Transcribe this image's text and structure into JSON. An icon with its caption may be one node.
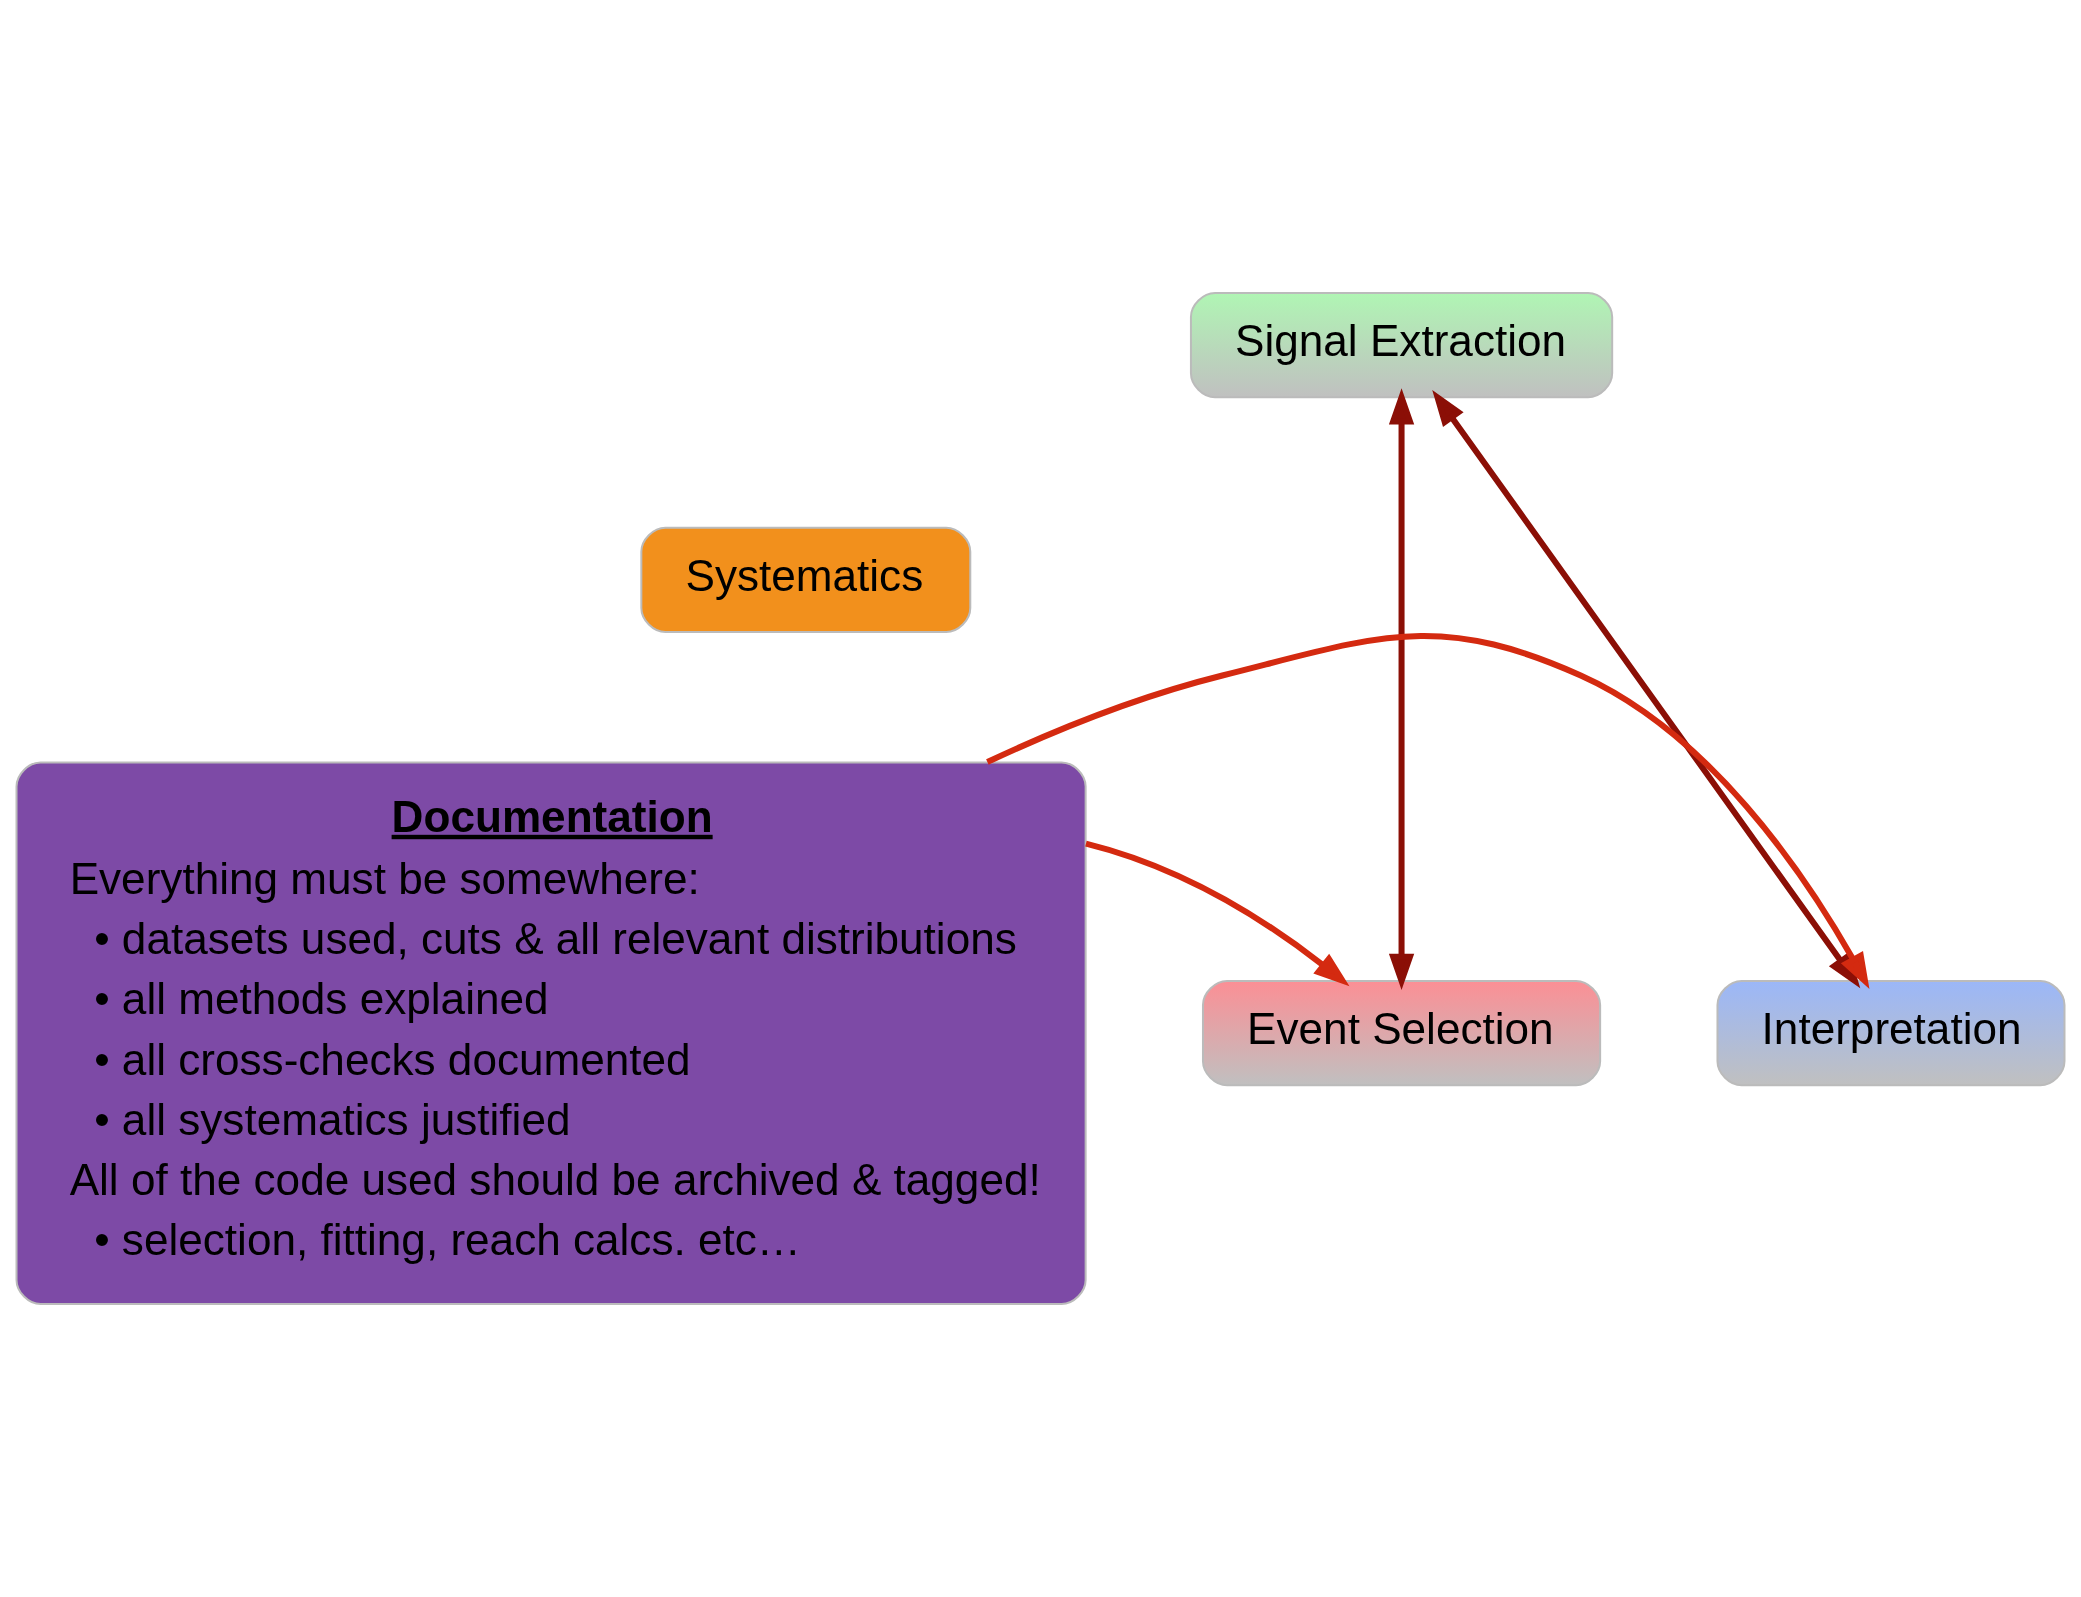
{
  "diagram": {
    "nodes": [
      {
        "text": [
          "Signal Extraction"
        ]
      },
      {
        "text": [
          "Systematics"
        ]
      },
      {
        "text": [
          "Documentation",
          "Everything must be somewhere:",
          "• datasets used, cuts & all relevant distributions",
          "• all methods explained",
          "• all cross-checks documented",
          "• all systematics justified",
          "All of the code used should be archived & tagged!",
          "• selection, fitting, reach calcs. etc…"
        ]
      },
      {
        "text": [
          "Event Selection"
        ]
      },
      {
        "text": [
          "Interpretation"
        ]
      }
    ],
    "edges": [
      {
        "from": 0,
        "to": 3,
        "arrow": "both"
      },
      {
        "from": 0,
        "to": 4,
        "arrow": "both"
      },
      {
        "from": 2,
        "to": 3,
        "arrow": "to",
        "color": "#d42a10"
      },
      {
        "from": 2,
        "to": 4,
        "arrow": "to",
        "color": "#d42a10"
      }
    ]
  }
}
